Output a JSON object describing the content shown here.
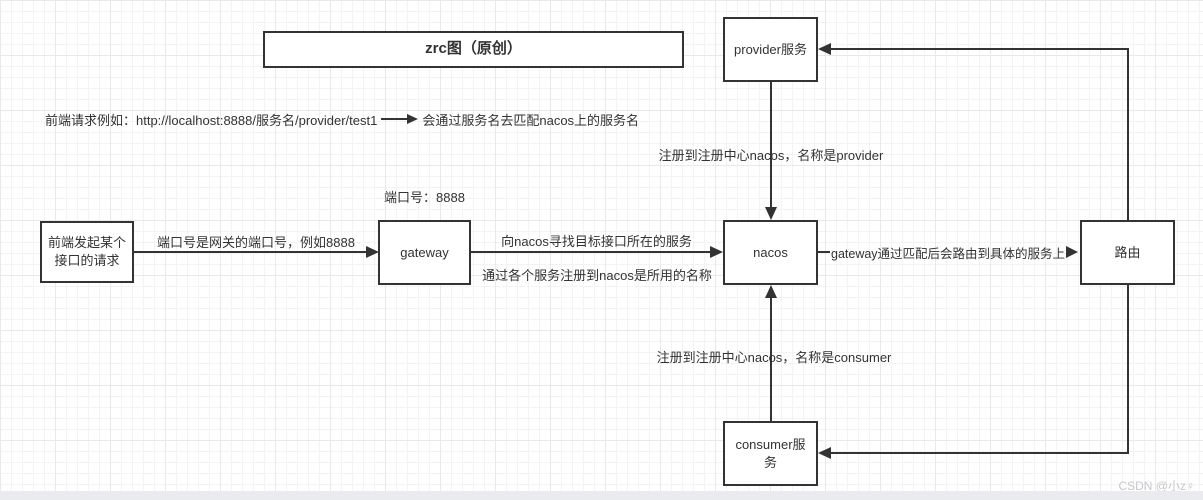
{
  "title": "zrc图（原创）",
  "watermark": "CSDN @小z♀",
  "nodes": {
    "front": "前端发起某个接口的请求",
    "gateway": "gateway",
    "nacos": "nacos",
    "route": "路由",
    "provider": "provider服务",
    "consumer": "consumer服务"
  },
  "labels": {
    "url_example": "前端请求例如：http://localhost:8888/服务名/provider/test1",
    "url_note": "会通过服务名去匹配nacos上的服务名",
    "port": "端口号：8888",
    "front_to_gateway": "端口号是网关的端口号，例如8888",
    "gateway_to_nacos_top": "向nacos寻找目标接口所在的服务",
    "gateway_to_nacos_bottom": "通过各个服务注册到nacos是所用的名称",
    "nacos_to_route": "gateway通过匹配后会路由到具体的服务上",
    "register_provider": "注册到注册中心nacos，名称是provider",
    "register_consumer": "注册到注册中心nacos，名称是consumer"
  },
  "colors": {
    "line": "#333333",
    "box_border": "#333333",
    "text": "#333333",
    "watermark": "#c8c8cc",
    "grid_minor": "#f4f3f4",
    "grid_major": "#e9e8ea",
    "bottom_strip": "#e9ebee"
  }
}
